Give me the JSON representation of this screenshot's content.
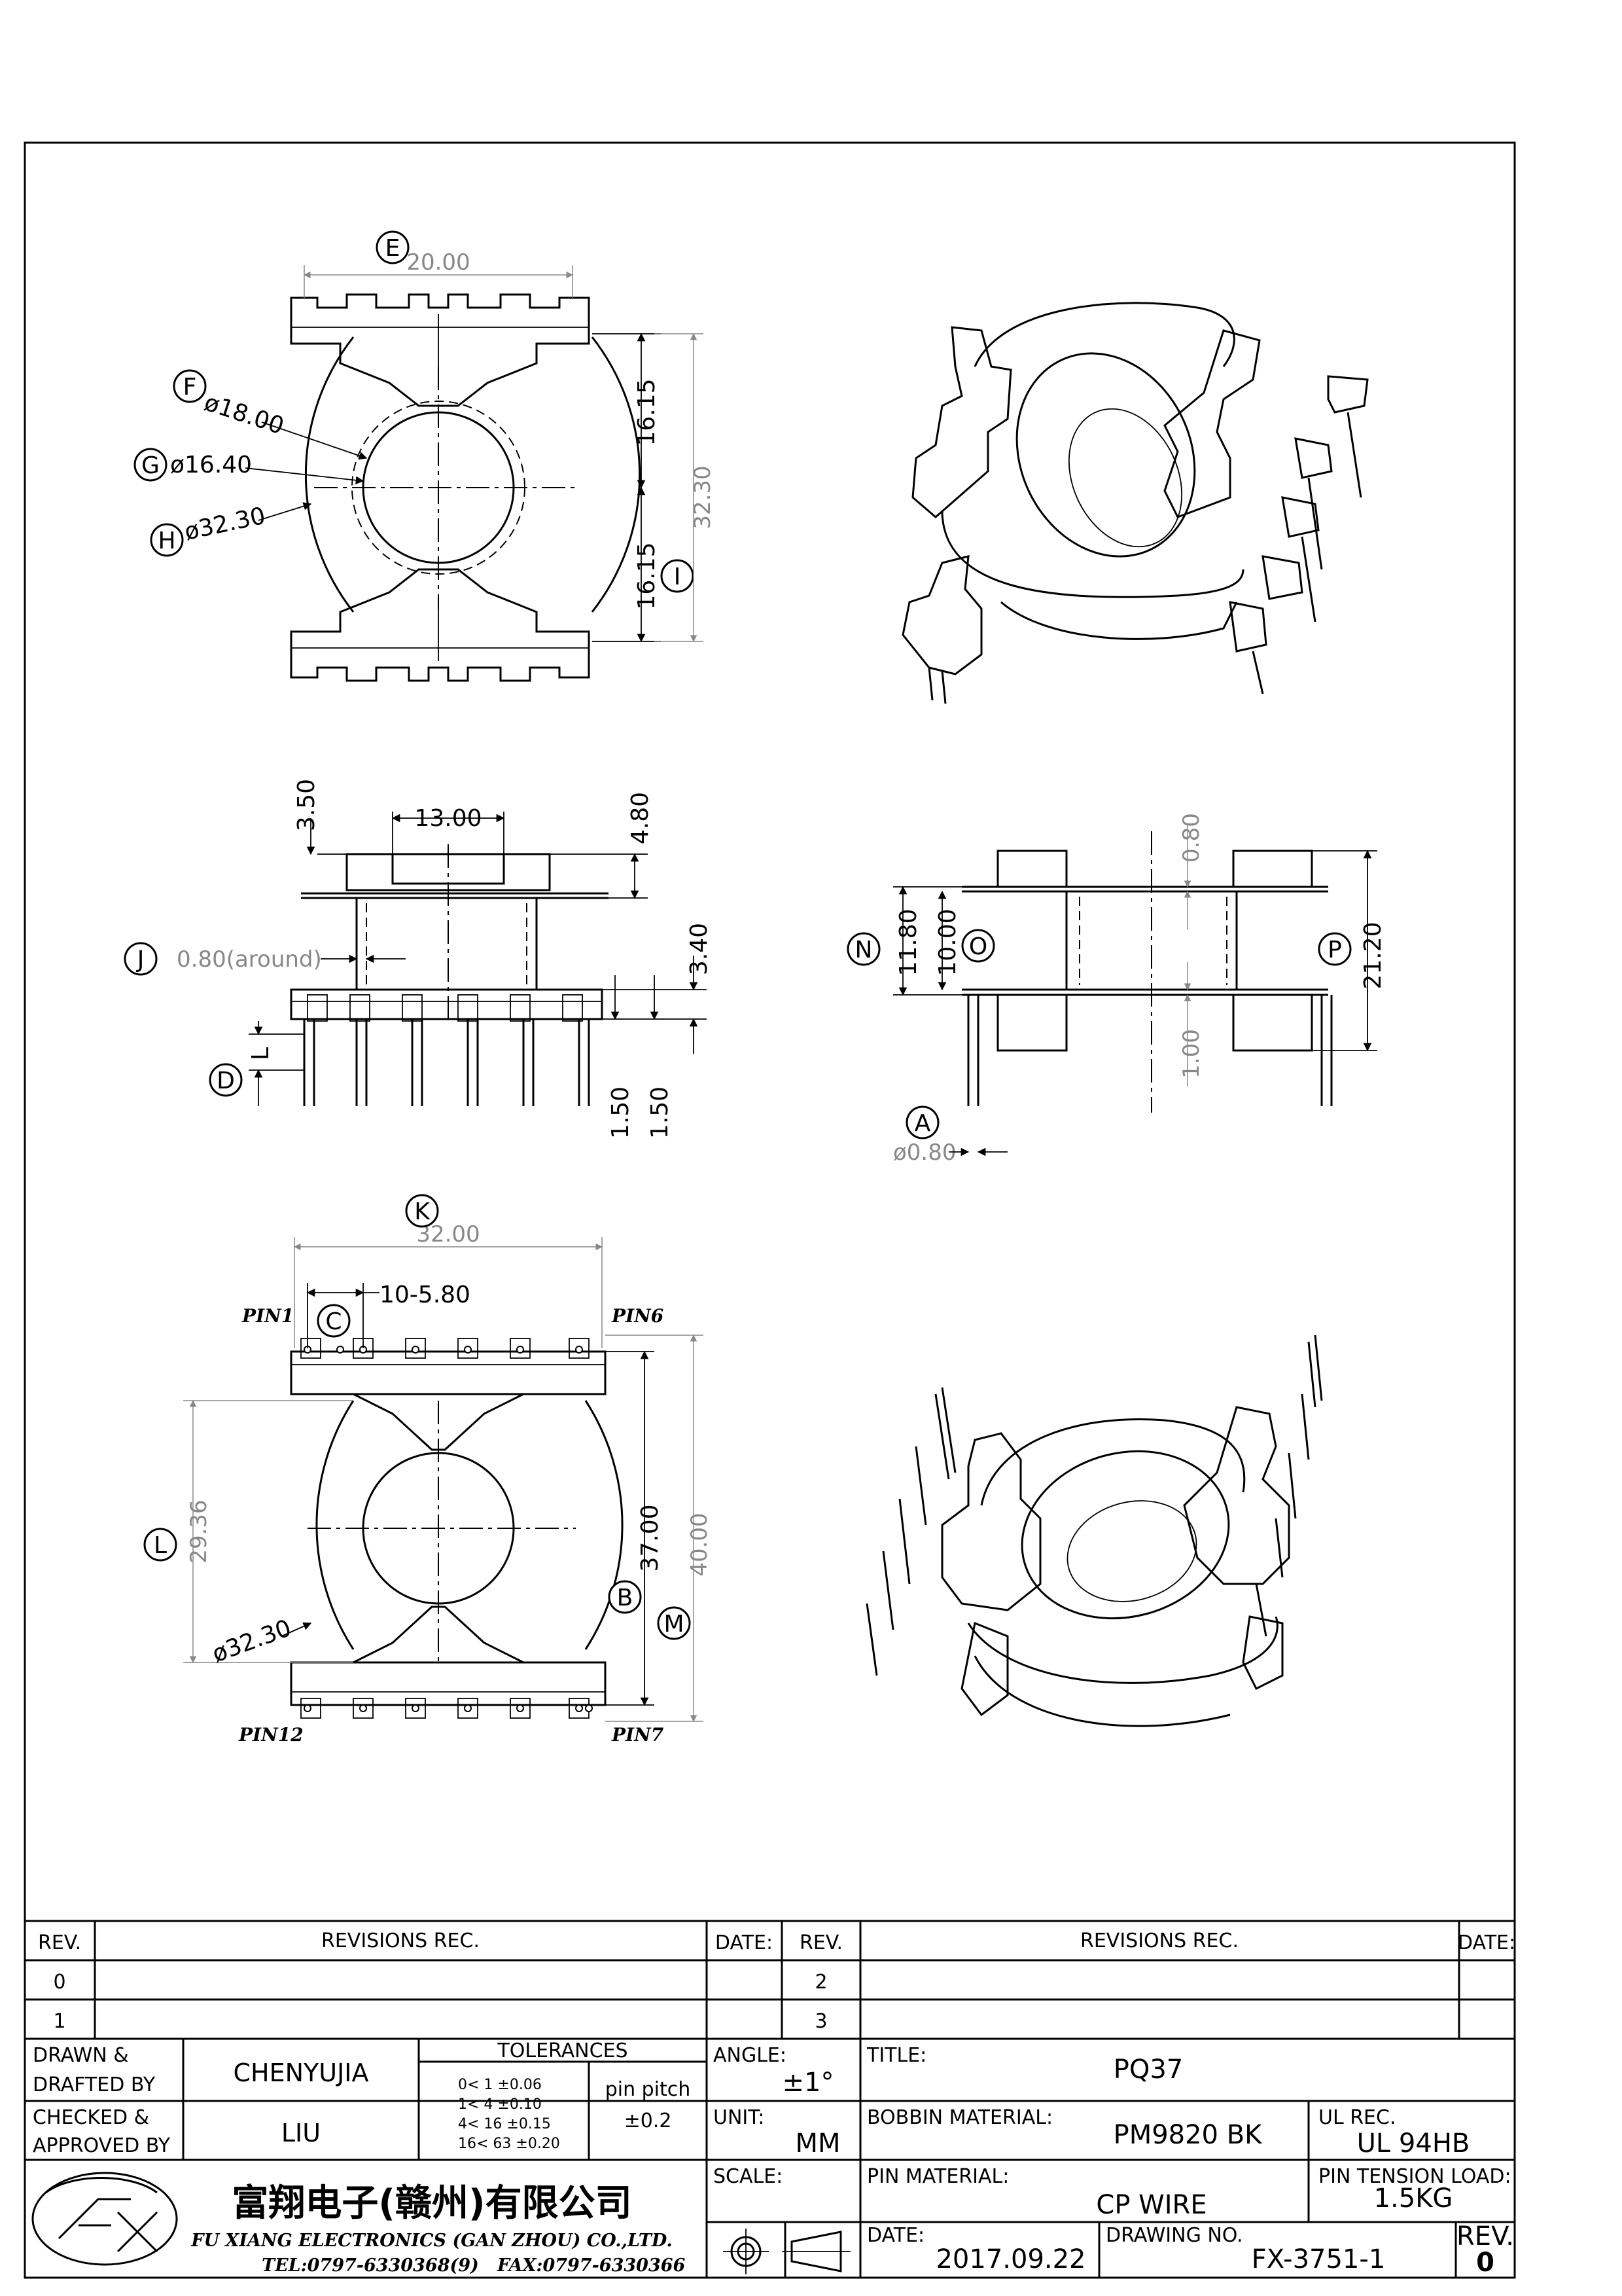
{
  "callouts": {
    "A": "A",
    "B": "B",
    "C": "C",
    "D": "D",
    "E": "E",
    "F": "F",
    "G": "G",
    "H": "H",
    "I": "I",
    "J": "J",
    "K": "K",
    "L": "L",
    "M": "M",
    "N": "N",
    "O": "O",
    "P": "P"
  },
  "top_view": {
    "width": "20.00",
    "dia_f": "ø18.00",
    "dia_g": "ø16.40",
    "dia_h": "ø32.30",
    "half_upper": "16.15",
    "half_lower": "16.15",
    "total_height": "32.30"
  },
  "front_view": {
    "top_height": "3.50",
    "inner_width": "13.00",
    "flange": "4.80",
    "wall": "0.80(around)",
    "base": "3.40",
    "pin_left": "1.50",
    "pin_right": "1.50",
    "letter_l": "L"
  },
  "side_view": {
    "flange_gap": "0.80",
    "height_n": "11.80",
    "height_o": "10.00",
    "height_p": "21.20",
    "slot": "1.00",
    "pin_dia": "ø0.80"
  },
  "bottom_view": {
    "width": "32.00",
    "pin_spacing": "10-5.80",
    "pin1": "PIN1",
    "pin6": "PIN6",
    "pin7": "PIN7",
    "pin12": "PIN12",
    "height_l": "29.36",
    "height_b": "37.00",
    "height_m": "40.00",
    "dia": "ø32.30"
  },
  "title_block": {
    "rev_header": "REV.",
    "revisions_rec": "REVISIONS   REC.",
    "date_header": "DATE:",
    "rev_0": "0",
    "rev_1": "1",
    "rev_2": "2",
    "rev_3": "3",
    "drawn_label_1": "DRAWN &",
    "drawn_label_2": "DRAFTED BY",
    "drawn_value": "CHENYUJIA",
    "checked_label_1": "CHECKED &",
    "checked_label_2": "APPROVED BY",
    "checked_value": "LIU",
    "tolerances_label": "TOLERANCES",
    "tol_rows": [
      "0<   1   ±0.06",
      "1<   4   ±0.10",
      "4<  16  ±0.15",
      "16<  63  ±0.20"
    ],
    "pin_pitch_label": "pin pitch",
    "pin_pitch_value": "±0.2",
    "angle_label": "ANGLE:",
    "angle_value": "±1°",
    "unit_label": "UNIT:",
    "unit_value": "MM",
    "scale_label": "SCALE:",
    "title_label": "TITLE:",
    "title_value": "PQ37",
    "bobbin_label": "BOBBIN MATERIAL:",
    "bobbin_value": "PM9820  BK",
    "ul_label": "UL REC.",
    "ul_value": "UL  94HB",
    "pin_mat_label": "PIN MATERIAL:",
    "pin_mat_value": "CP  WIRE",
    "tension_label": "PIN TENSION  LOAD:",
    "tension_value": "1.5KG",
    "date_label": "DATE:",
    "date_value": "2017.09.22",
    "drawing_no_label": "DRAWING  NO.",
    "drawing_no_value": "FX-3751-1",
    "rev_value": "0",
    "company_cn": "富翔电子(赣州)有限公司",
    "company_en": "FU XIANG ELECTRONICS (GAN ZHOU) CO.,LTD.",
    "tel": "TEL:0797-6330368(9)",
    "fax": "FAX:0797-6330366"
  }
}
